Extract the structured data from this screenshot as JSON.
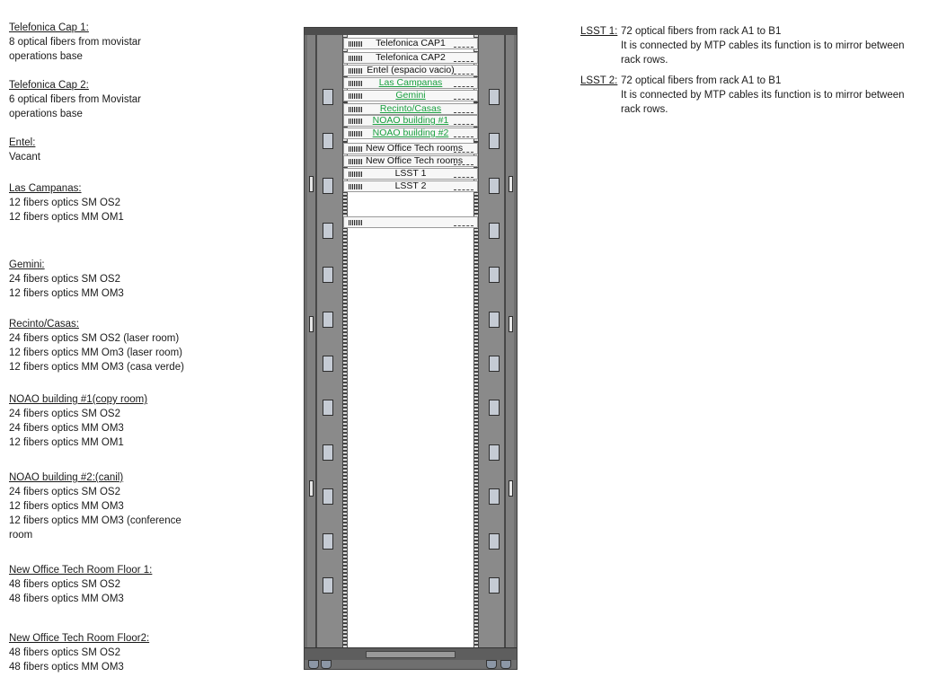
{
  "left_sections": [
    {
      "title": "Telefonica Cap 1:",
      "lines": [
        "8 optical fibers from movistar",
        "operations base"
      ]
    },
    {
      "title": "Telefonica Cap 2:",
      "lines": [
        "6 optical fibers from Movistar",
        "operations base"
      ]
    },
    {
      "title": "Entel:",
      "lines": [
        "Vacant"
      ]
    },
    {
      "title": "Las Campanas:",
      "lines": [
        "12 fibers optics SM OS2",
        "12 fibers optics MM OM1"
      ]
    },
    {
      "title": "Gemini:",
      "lines": [
        "24 fibers optics SM OS2",
        "12 fibers optics  MM OM3"
      ]
    },
    {
      "title": "Recinto/Casas:",
      "lines": [
        "24 fibers optics SM OS2 (laser room)",
        "12 fibers optics MM Om3 (laser room)",
        "12 fibers optics MM OM3 (casa verde)"
      ]
    },
    {
      "title": "NOAO building #1(copy room)",
      "lines": [
        "24 fibers optics SM OS2",
        "24 fibers optics  MM OM3",
        "12 fibers optics  MM OM1"
      ]
    },
    {
      "title": "NOAO building #2:(canil)",
      "lines": [
        "24 fibers optics SM OS2",
        "12 fibers optics MM OM3",
        "12 fibers optics MM OM3 (conference",
        "room"
      ]
    },
    {
      "title": "New Office Tech Room Floor 1:",
      "lines": [
        "48 fibers optics SM OS2",
        "48 fibers optics MM OM3"
      ]
    },
    {
      "title": "New Office Tech Room Floor2:",
      "lines": [
        "48 fibers optics SM OS2",
        "48 fibers optics MM OM3"
      ]
    }
  ],
  "rack_panels": [
    {
      "label": "Telefonica CAP1",
      "color": "black"
    },
    {
      "label": "Telefonica CAP2",
      "color": "black"
    },
    {
      "label": "Entel (espacio vacio)",
      "color": "black"
    },
    {
      "label": "Las Campanas",
      "color": "green"
    },
    {
      "label": "Gemini",
      "color": "green"
    },
    {
      "label": "Recinto/Casas",
      "color": "green"
    },
    {
      "label": "NOAO building #1",
      "color": "green"
    },
    {
      "label": "NOAO building #2",
      "color": "green"
    },
    {
      "label": "New Office Tech rooms",
      "color": "black"
    },
    {
      "label": "New Office Tech rooms",
      "color": "black"
    },
    {
      "label": "LSST  1",
      "color": "black"
    },
    {
      "label": "LSST 2",
      "color": "black"
    },
    {
      "label": "",
      "color": "black"
    }
  ],
  "right_notes": [
    {
      "label": "LSST 1:",
      "lines": [
        "72 optical fibers from rack A1 to B1",
        "It is connected by MTP cables its function is to mirror between",
        "rack rows."
      ]
    },
    {
      "label": "LSST 2:",
      "lines": [
        "72 optical fibers from rack A1 to B1",
        "It is connected by MTP cables its function is to mirror between",
        "rack rows."
      ]
    }
  ],
  "colors": {
    "green_label": "#1aa040",
    "rack": "#6f6f6f",
    "slot": "#c5cbd4"
  }
}
